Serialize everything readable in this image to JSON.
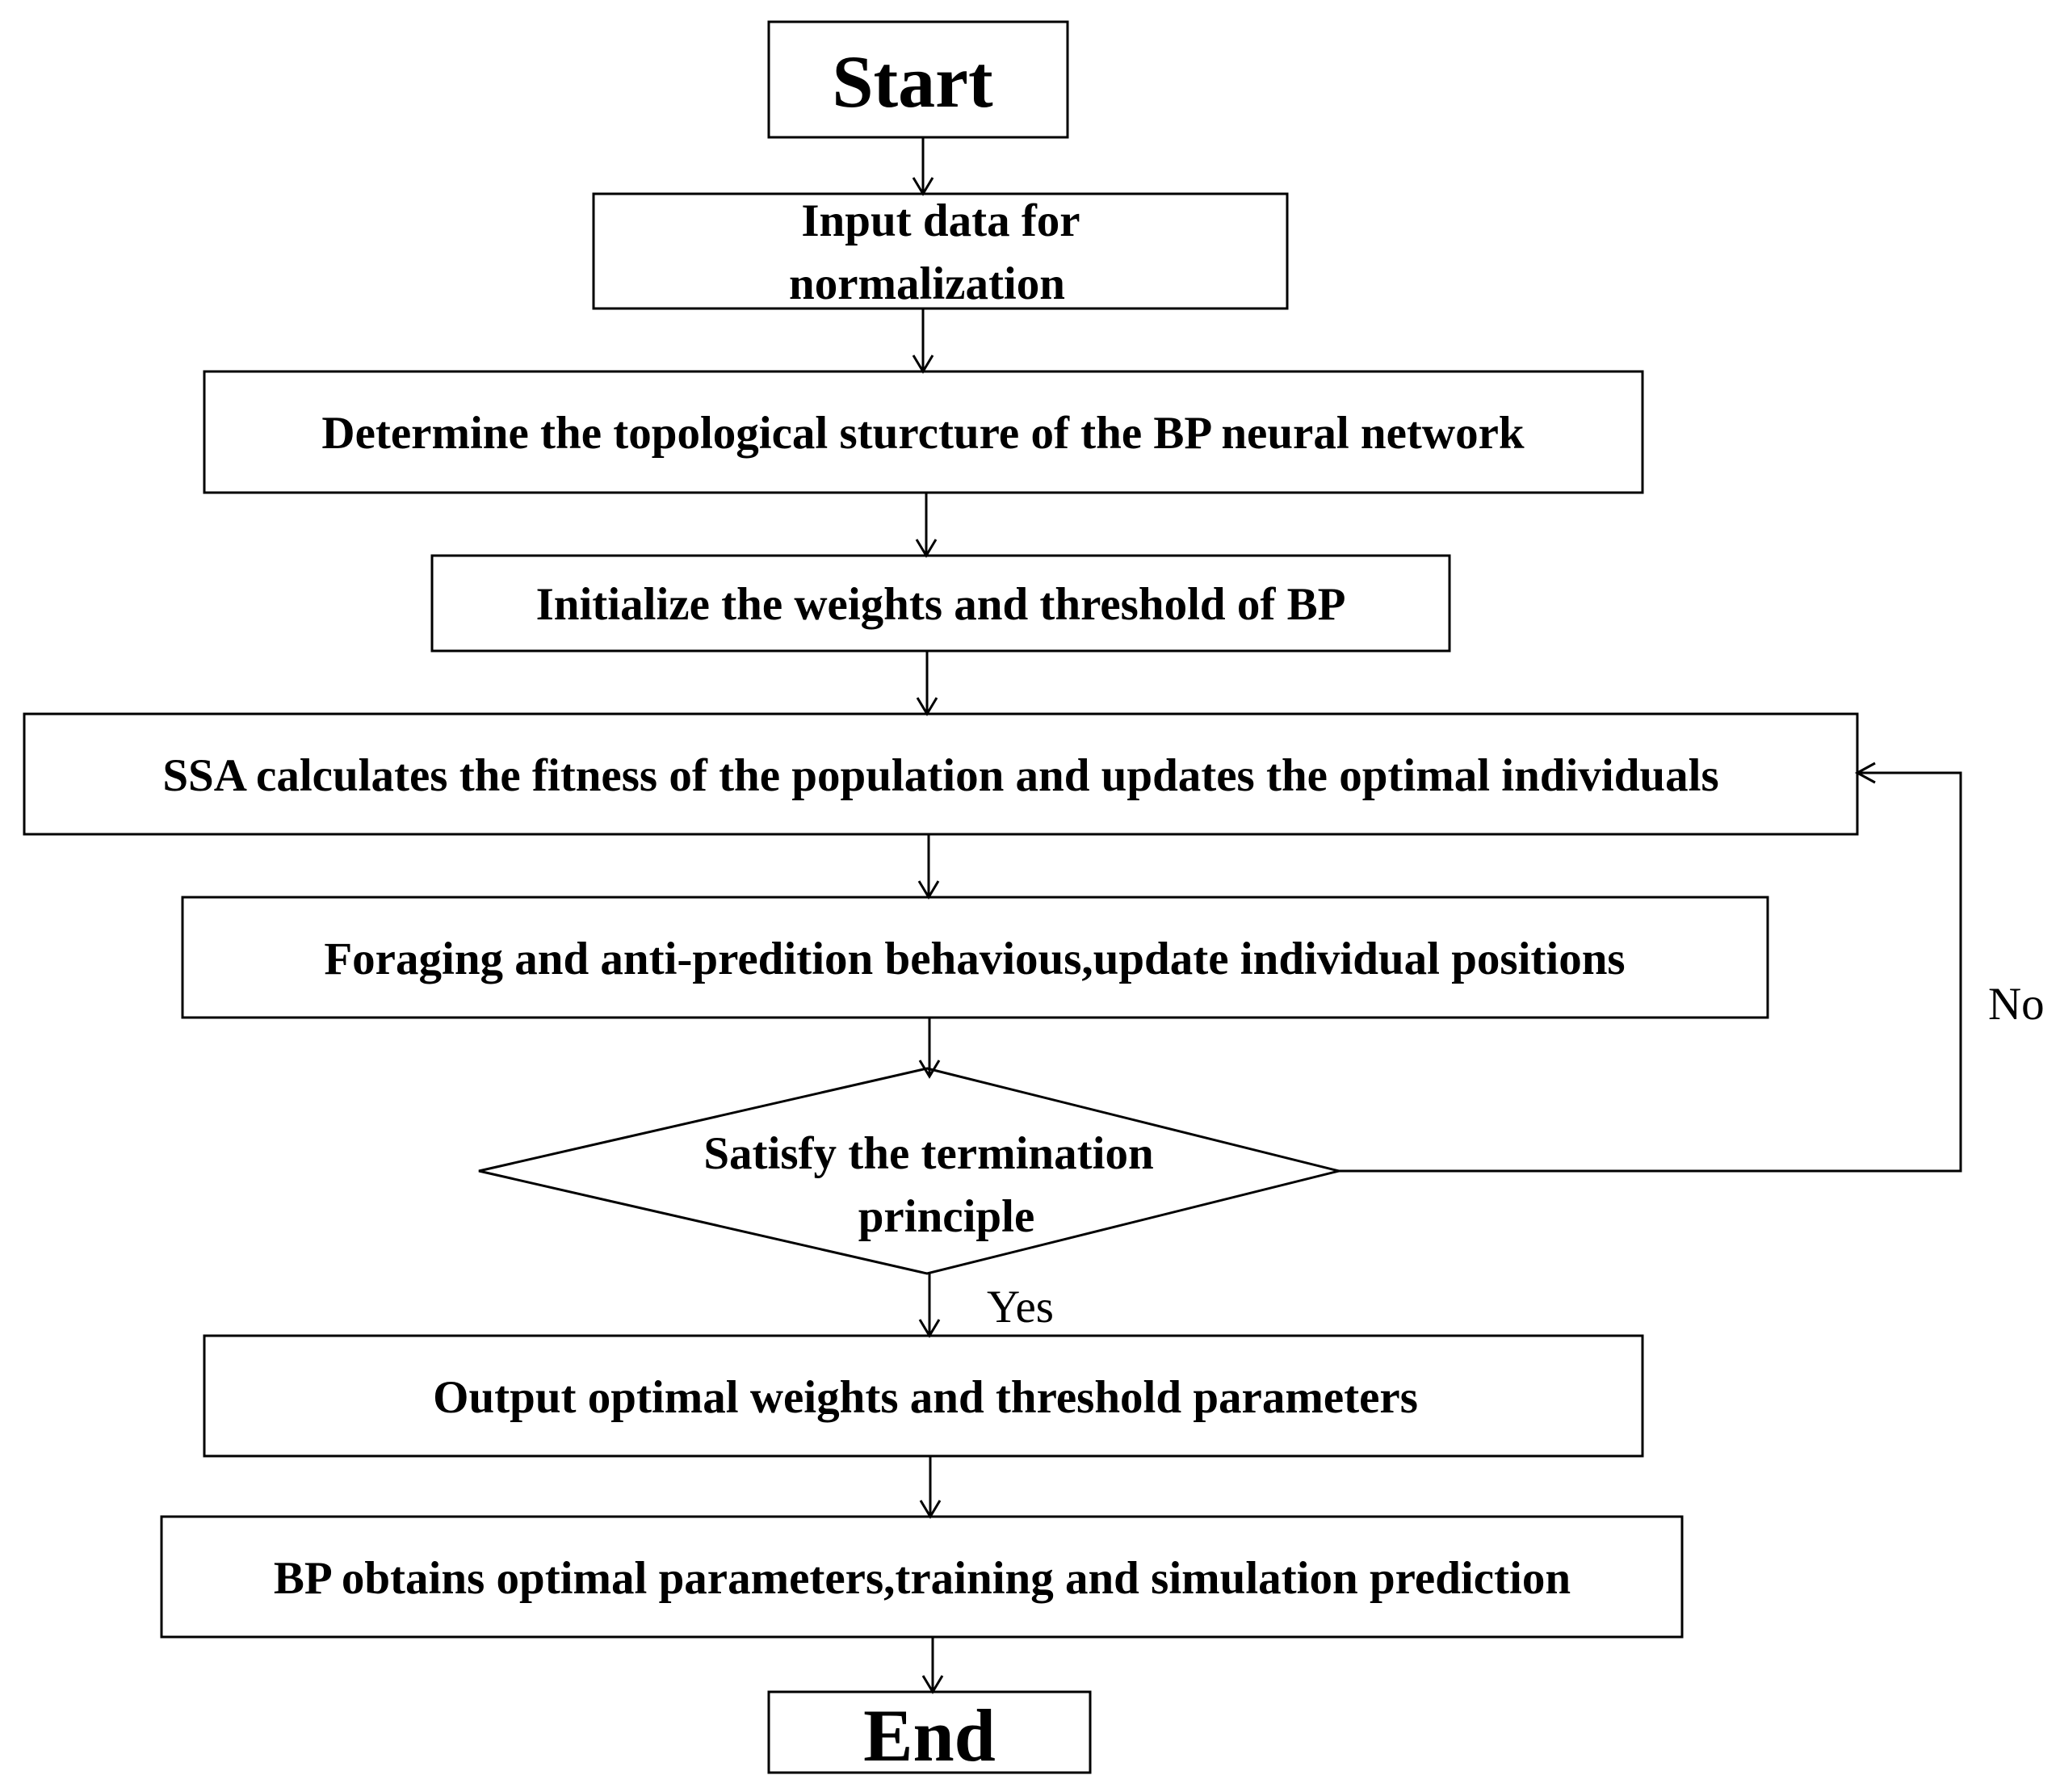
{
  "flowchart": {
    "start": "Start",
    "input_line1": "Input data for",
    "input_line2": "normalization",
    "topology": "Determine the topological sturcture of the BP neural network",
    "initialize": "Initialize the weights and threshold of BP",
    "ssa_fitness": "SSA calculates the fitness of the population and updates the optimal individuals",
    "foraging": "Foraging and anti-predition behavious,update individual positions",
    "decision_line1": "Satisfy the termination",
    "decision_line2": "principle",
    "label_yes": "Yes",
    "label_no": "No",
    "output": "Output optimal weights and threshold parameters",
    "bp_train": "BP obtains optimal parameters,training and simulation prediction",
    "end": "End"
  }
}
